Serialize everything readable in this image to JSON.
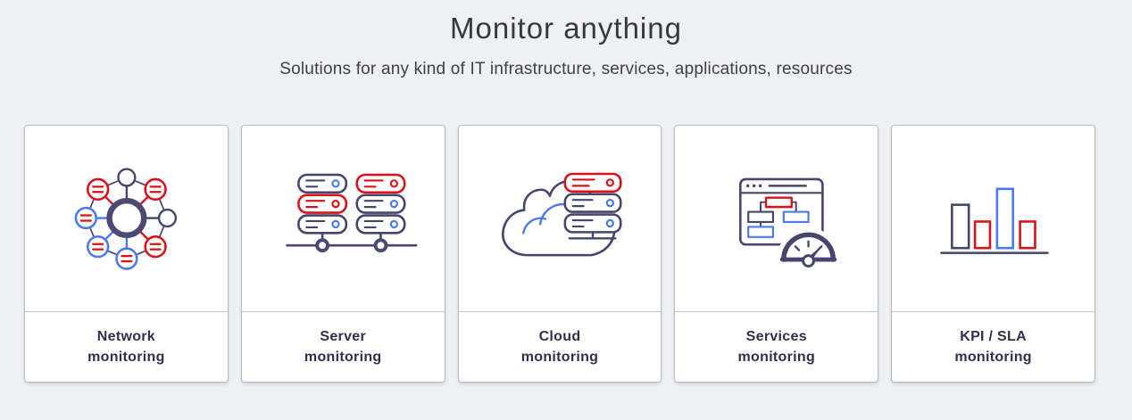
{
  "header": {
    "title": "Monitor anything",
    "subtitle": "Solutions for any kind of IT infrastructure, services, applications, resources"
  },
  "colors": {
    "background": "#eff0f2",
    "card_background": "#ffffff",
    "card_border": "#b7bccd",
    "icon_navy": "#45456d",
    "icon_red": "#d9121a",
    "icon_blue": "#4b79f1",
    "heading_text": "#38383f",
    "label_text": "#30304e"
  },
  "cards": [
    {
      "id": "network",
      "icon": "network-icon",
      "line1": "Network",
      "line2": "monitoring"
    },
    {
      "id": "server",
      "icon": "server-icon",
      "line1": "Server",
      "line2": "monitoring"
    },
    {
      "id": "cloud",
      "icon": "cloud-icon",
      "line1": "Cloud",
      "line2": "monitoring"
    },
    {
      "id": "services",
      "icon": "services-icon",
      "line1": "Services",
      "line2": "monitoring"
    },
    {
      "id": "kpi-sla",
      "icon": "bar-chart-icon",
      "line1": "KPI / SLA",
      "line2": "monitoring"
    }
  ]
}
